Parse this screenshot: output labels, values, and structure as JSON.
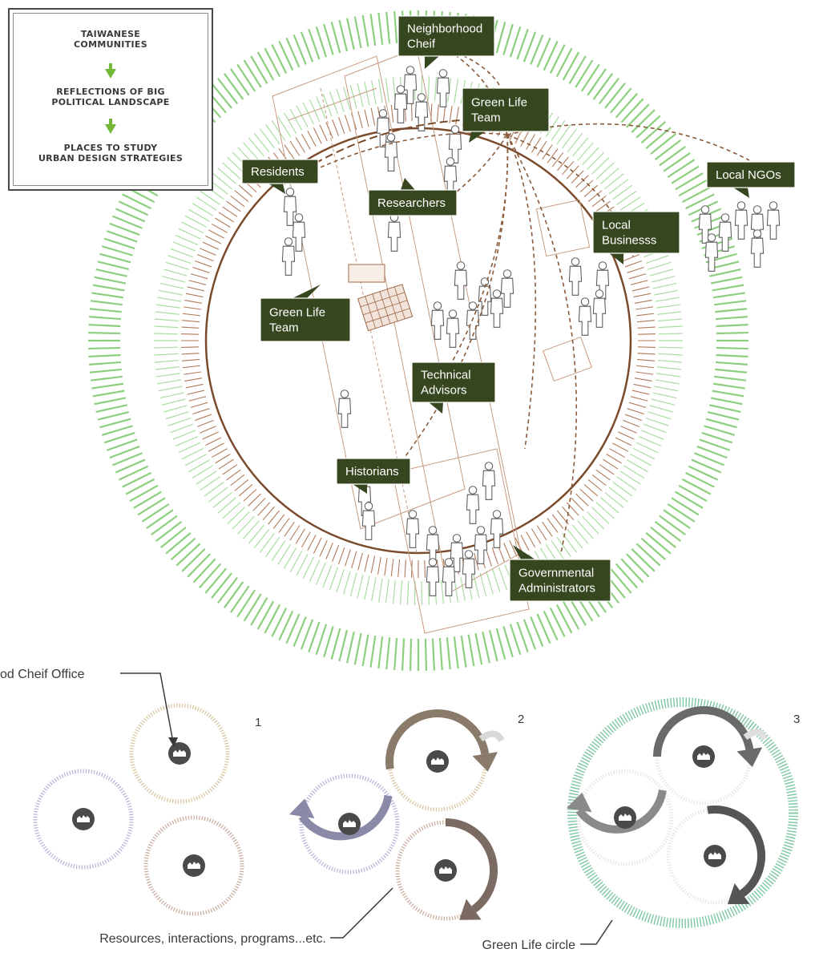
{
  "legend": {
    "lines": [
      "TAIWANESE\nCOMMUNITIES",
      "REFLECTIONS OF BIG\nPOLITICAL LANDSCAPE",
      "PLACES TO STUDY\nURBAN DESIGN STRATEGIES"
    ],
    "arrow_color": "#74b83a"
  },
  "colors": {
    "label_bg": "#36461f",
    "label_text": "#ffffff",
    "ring_brown": "#7a4a2a",
    "hatch_green": "#8ccf7e",
    "hatch_brown": "#b07a5a",
    "dashed_link": "#8a5a3a",
    "icon_dark": "#4a4a4a"
  },
  "actors": [
    {
      "id": "neighborhood-chief",
      "text": [
        "Neighborhood",
        "Cheif"
      ]
    },
    {
      "id": "green-life-team-hub",
      "text": [
        "Green Life",
        "Team"
      ]
    },
    {
      "id": "residents",
      "text": [
        "Residents"
      ]
    },
    {
      "id": "researchers",
      "text": [
        "Researchers"
      ]
    },
    {
      "id": "local-ngos",
      "text": [
        "Local NGOs"
      ]
    },
    {
      "id": "local-business",
      "text": [
        "Local",
        "Businesss"
      ]
    },
    {
      "id": "green-life-team",
      "text": [
        "Green Life",
        "Team"
      ]
    },
    {
      "id": "technical-advisors",
      "text": [
        "Technical",
        "Advisors"
      ]
    },
    {
      "id": "historians",
      "text": [
        "Historians"
      ]
    },
    {
      "id": "governmental-administrators",
      "text": [
        "Governmental",
        "Administrators"
      ]
    }
  ],
  "bottom": {
    "office_label": "od Cheif Office",
    "resources_label": "Resources, interactions, programs...etc.",
    "green_life_circle_label": "Green Life circle",
    "stage_numbers": [
      "1",
      "2",
      "3"
    ]
  },
  "icons": {
    "community": "community-icon",
    "person": "person-icon",
    "arrow": "curved-arrow-icon"
  }
}
